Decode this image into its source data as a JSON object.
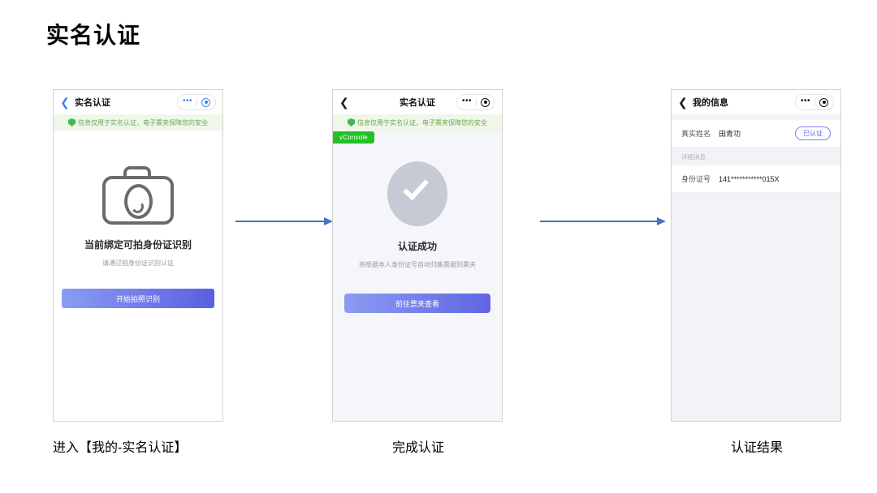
{
  "page": {
    "title": "实名认证"
  },
  "arrows": {
    "color": "#4472c4",
    "first": "arrow-right",
    "second": "arrow-right"
  },
  "steps": [
    {
      "caption": "进入【我的-实名认证】",
      "nav": {
        "back_icon": "chevron-left-icon",
        "title": "实名认证",
        "dots": "•••",
        "capsule_icon": "target-circle-icon",
        "capsule_color": "#3a86f0"
      },
      "notice": {
        "icon": "shield-check-icon",
        "text": "信息仅用于实名认证，电子票夹保障您的安全"
      },
      "illustration": "camera-icon",
      "headline": "当前绑定可拍身份证识别",
      "subline": "请通过拍身份证识别认证",
      "button": "开始拍照识别"
    },
    {
      "caption": "完成认证",
      "nav": {
        "back_icon": "chevron-left-icon",
        "title": "实名认证",
        "dots": "•••",
        "capsule_icon": "target-circle-icon",
        "capsule_color": "#0c0c0c"
      },
      "notice": {
        "icon": "shield-check-icon",
        "text": "信息仅用于实名认证，电子票夹保障您的安全"
      },
      "debug_tag": "vConsole",
      "illustration": "check-circle-icon",
      "headline": "认证成功",
      "subline": "将根据本人身份证号自动归集票据到票夹",
      "button": "前往票夹查看"
    },
    {
      "caption": "认证结果",
      "nav": {
        "back_icon": "chevron-left-icon",
        "title": "我的信息",
        "dots": "•••",
        "capsule_icon": "target-circle-icon",
        "capsule_color": "#0c0c0c"
      },
      "rows": [
        {
          "label": "真实姓名",
          "value": "田青功",
          "badge": "已认证"
        }
      ],
      "section_header": "详细消息",
      "detail_rows": [
        {
          "label": "身份证号",
          "value": "141***********015X"
        }
      ]
    }
  ]
}
